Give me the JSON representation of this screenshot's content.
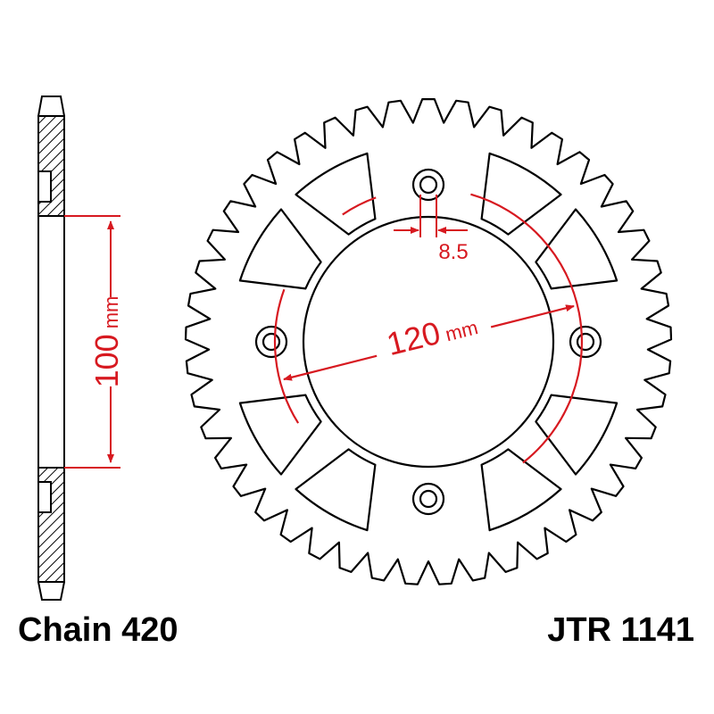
{
  "chain_label": "Chain 420",
  "part_number": "JTR 1141",
  "dimensions": {
    "center_bore": {
      "value": "120",
      "unit": "mm"
    },
    "bolt_hole": {
      "value": "8.5"
    },
    "side_width": {
      "value": "100",
      "unit": "mm"
    }
  },
  "sprocket": {
    "teeth": 45
  },
  "colors": {
    "outline": "#000000",
    "dimension": "#d71920",
    "background": "#ffffff"
  }
}
